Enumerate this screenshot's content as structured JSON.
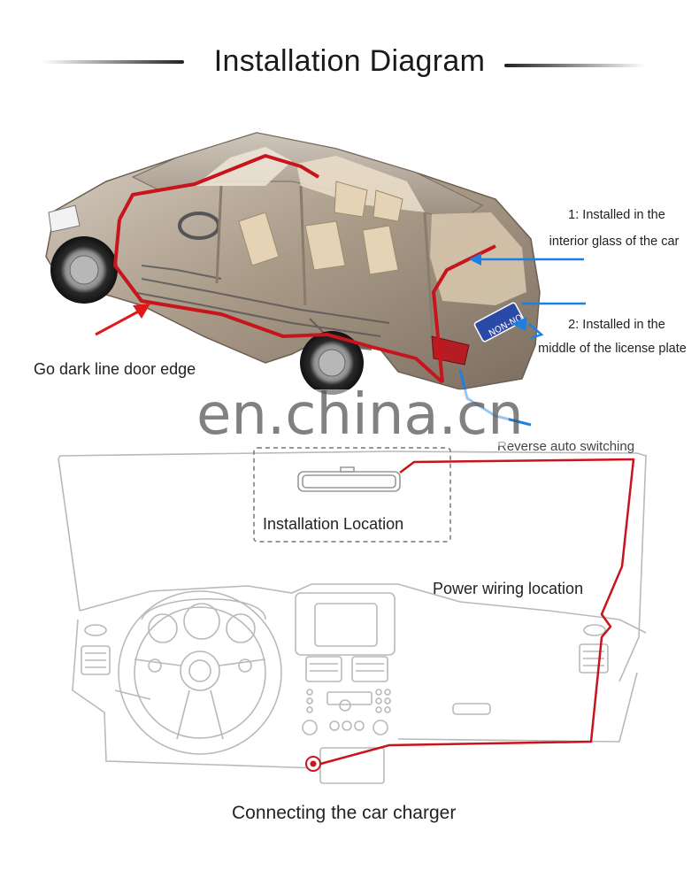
{
  "title": "Installation Diagram",
  "labels": {
    "interior_glass_line1": "1: Installed in the",
    "interior_glass_line2": "interior glass of the car",
    "license_plate_line1": "2: Installed in the",
    "license_plate_line2": "middle of the license plate",
    "door_edge": "Go dark line door edge",
    "reverse_switching": "Reverse auto switching",
    "installation_location": "Installation Location",
    "power_wiring_location": "Power wiring location",
    "car_charger": "Connecting the car charger"
  },
  "watermark": "en.china.cn",
  "plate_text": "NON-NO",
  "colors": {
    "wire_red": "#c8141c",
    "cable_blue": "#1f7fe0",
    "arrow_red": "#e01818",
    "sketch_line": "#b9b9b9"
  }
}
